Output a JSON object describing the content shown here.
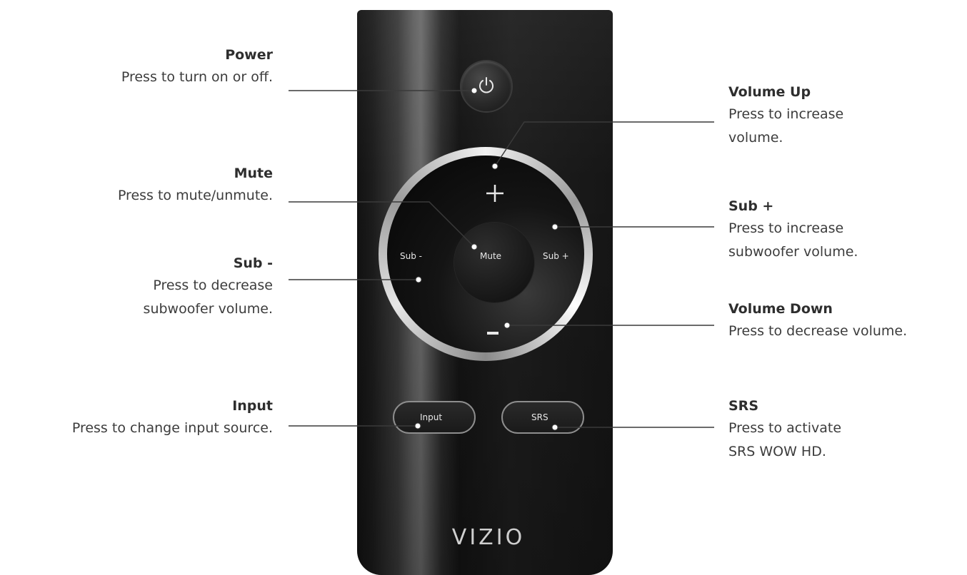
{
  "labels": {
    "power": {
      "title": "Power",
      "desc": [
        "Press to turn on or off."
      ]
    },
    "mute": {
      "title": "Mute",
      "desc": [
        "Press to mute/unmute."
      ]
    },
    "sub_minus": {
      "title": "Sub -",
      "desc": [
        "Press to decrease",
        "subwoofer volume."
      ]
    },
    "input": {
      "title": "Input",
      "desc": [
        "Press to change input source."
      ]
    },
    "volume_up": {
      "title": "Volume Up",
      "desc": [
        "Press to increase",
        "volume."
      ]
    },
    "sub_plus": {
      "title": "Sub +",
      "desc": [
        "Press to increase",
        "subwoofer volume."
      ]
    },
    "volume_down": {
      "title": "Volume Down",
      "desc": [
        "Press to decrease volume."
      ]
    },
    "srs": {
      "title": "SRS",
      "desc": [
        "Press to activate",
        "SRS WOW HD."
      ]
    }
  },
  "remote": {
    "brand": "VIZIO",
    "buttons": {
      "mute": "Mute",
      "sub_minus": "Sub -",
      "sub_plus": "Sub +",
      "input": "Input",
      "srs": "SRS"
    }
  },
  "colors": {
    "label_text": "#2e2e2e",
    "leader_line": "#3a3a3a",
    "remote_body": "#1a1a1a",
    "ring": "#d0d0d0"
  }
}
